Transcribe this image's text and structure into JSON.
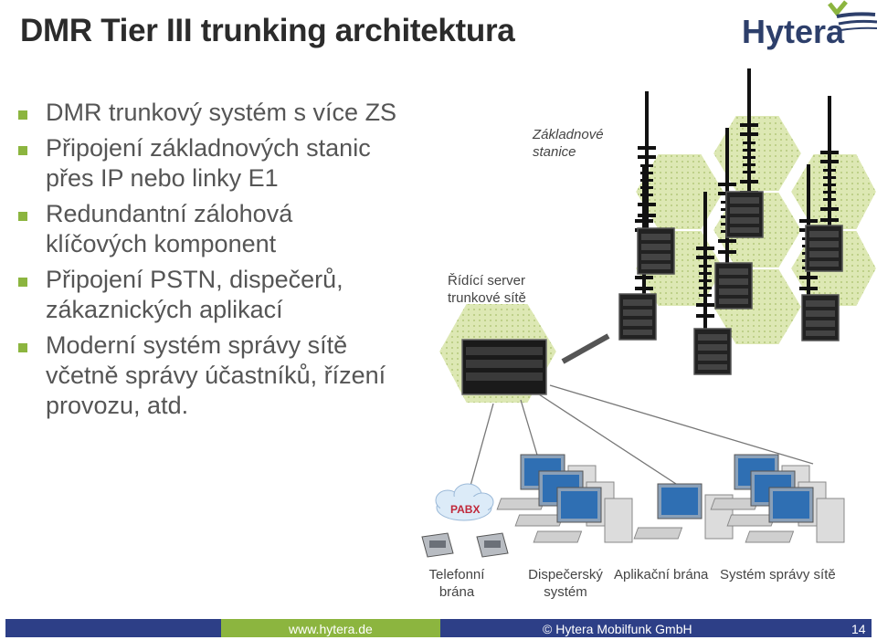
{
  "title": "DMR Tier III trunking architektura",
  "logo": {
    "text": "Hytera"
  },
  "bullets": [
    {
      "lines": [
        "DMR trunkový systém s více ZS"
      ]
    },
    {
      "lines": [
        "Připojení základnových stanic",
        "přes IP nebo linky E1"
      ]
    },
    {
      "lines": [
        "Redundantní zálohová",
        "klíčových komponent"
      ]
    },
    {
      "lines": [
        "Připojení PSTN, dispečerů,",
        "zákaznických aplikací"
      ]
    },
    {
      "lines": [
        "Moderní systém správy sítě",
        "včetně správy účastníků, řízení",
        "provozu, atd."
      ]
    }
  ],
  "diagram": {
    "base_stations_label": [
      "Základnové",
      "stanice"
    ],
    "server_label": [
      "Řídící server",
      "trunkové sítě"
    ],
    "pabx_label": "PABX",
    "telephone_gateway_label": [
      "Telefonní",
      "brána"
    ],
    "dispatcher_label": [
      "Dispečerský",
      "systém"
    ],
    "app_gateway_label": "Aplikační brána",
    "nms_label": "Systém správy sítě"
  },
  "footer": {
    "website": "www.hytera.de",
    "copyright": "© Hytera Mobilfunk GmbH",
    "page": "14"
  },
  "colors": {
    "accent_green": "#8cb53f",
    "brand_blue": "#2d3f87"
  }
}
